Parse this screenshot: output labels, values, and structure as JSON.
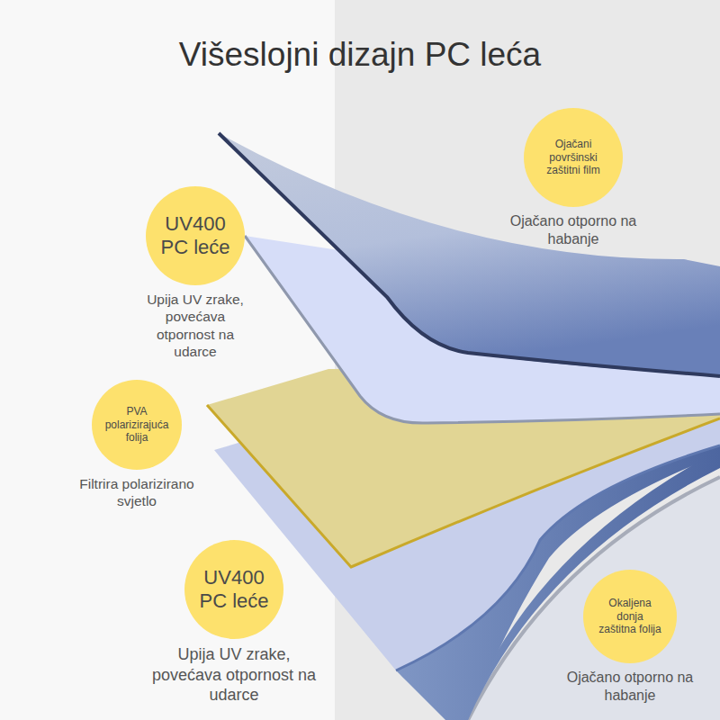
{
  "diagram": {
    "title": "Višeslojni dizajn PC leća",
    "nodes": [
      {
        "text": [
          "Ojačani površinski zaštitni film",
          "Ojačano otporno na habanje"
        ]
      },
      {
        "text": [
          "UV400 PC leće",
          "Upija UV zrake, povećava otpornost na udarce"
        ]
      },
      {
        "text": [
          "PVA polarizirajuća folija",
          "Filtrira polarizirano svjetlo"
        ]
      },
      {
        "text": [
          "UV400 PC leće",
          "Upija UV zrake, povećava otpornost na udarce"
        ]
      },
      {
        "text": [
          "Okaljena donja zaštitna folija",
          "Ojačano otporno na habanje"
        ]
      }
    ]
  }
}
